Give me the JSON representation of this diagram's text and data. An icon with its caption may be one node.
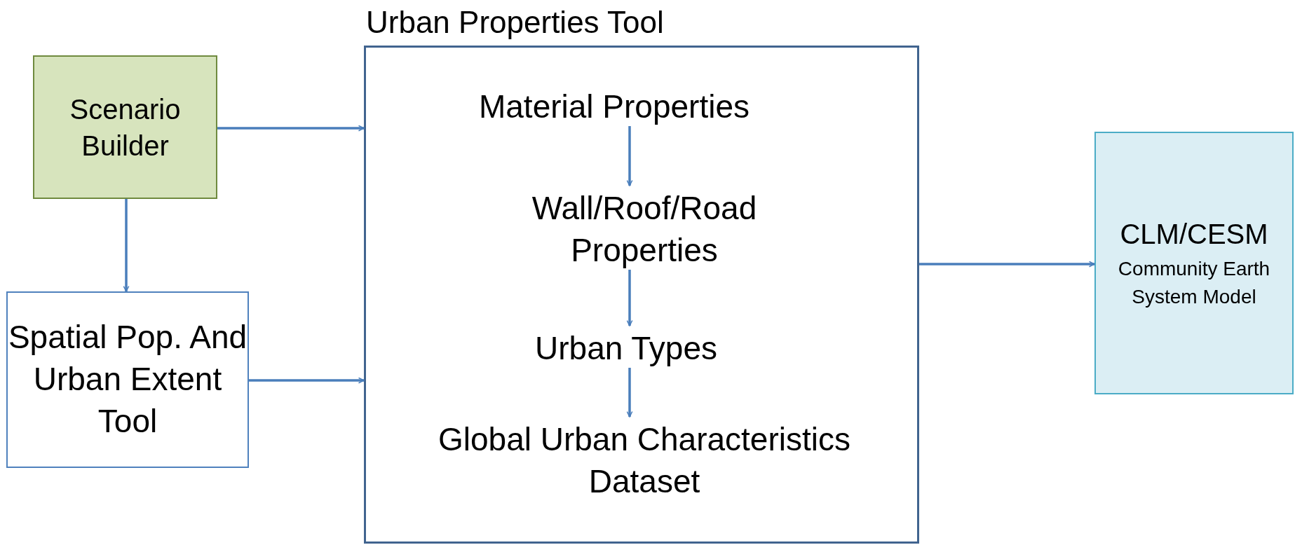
{
  "diagram": {
    "nodes": [
      {
        "text": [
          "Urban Properties Tool"
        ]
      },
      {
        "text": [
          "Scenario Builder"
        ]
      },
      {
        "text": [
          "Spatial Pop. And Urban Extent Tool"
        ]
      },
      {
        "text": [
          "Material Properties"
        ],
        "in": 0
      },
      {
        "text": [
          "Wall/Roof/Road Properties"
        ],
        "in": 0
      },
      {
        "text": [
          "Urban Types"
        ],
        "in": 0
      },
      {
        "text": [
          "Global Urban Characteristics Dataset"
        ],
        "in": 0
      },
      {
        "text": [
          "CLM/CESM",
          "Community Earth System Model"
        ]
      }
    ],
    "edges": [
      {
        "from": 1,
        "to": 0,
        "arrow": "to"
      },
      {
        "from": 1,
        "to": 2,
        "arrow": "to"
      },
      {
        "from": 2,
        "to": 0,
        "arrow": "to"
      },
      {
        "from": 0,
        "to": 7,
        "arrow": "to"
      },
      {
        "from": 3,
        "to": 4,
        "arrow": "to"
      },
      {
        "from": 4,
        "to": 5,
        "arrow": "to"
      },
      {
        "from": 5,
        "to": 6,
        "arrow": "to"
      }
    ]
  }
}
